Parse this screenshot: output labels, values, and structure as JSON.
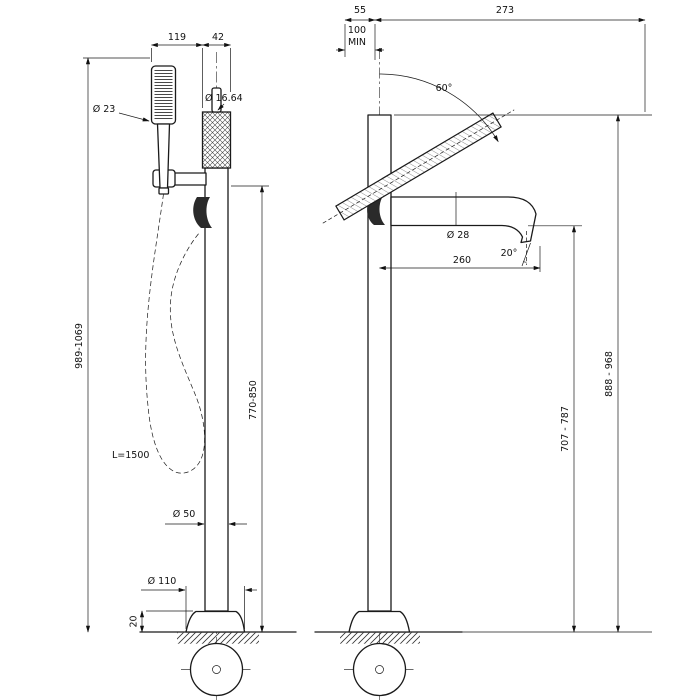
{
  "page": {
    "background": "#ffffff"
  },
  "drawing": {
    "kind": "technical dimension drawing",
    "subject": "freestanding bathtub mixer column with hand shower and spout",
    "line_color": "#1a1a1a",
    "side_view": {
      "handshower_offset": "119",
      "handle_offset": "42",
      "handshower_diameter": "Ø 23",
      "cartridge_diameter": "Ø 16.64",
      "overall_height_range": "989-1069",
      "column_height_range": "770-850",
      "hose_length": "L=1500",
      "column_diameter": "Ø 50",
      "base_diameter": "Ø 110",
      "base_thickness": "20"
    },
    "front_view": {
      "handshower_offset": "55",
      "overall_depth": "273",
      "clearance_min": "100",
      "clearance_min_unit": "MIN",
      "handshower_angle": "60°",
      "spout_diameter": "Ø 28",
      "spout_tilt": "20°",
      "spout_reach": "260",
      "overall_height_range": "888 - 968",
      "spout_height_range": "707 - 787"
    }
  }
}
